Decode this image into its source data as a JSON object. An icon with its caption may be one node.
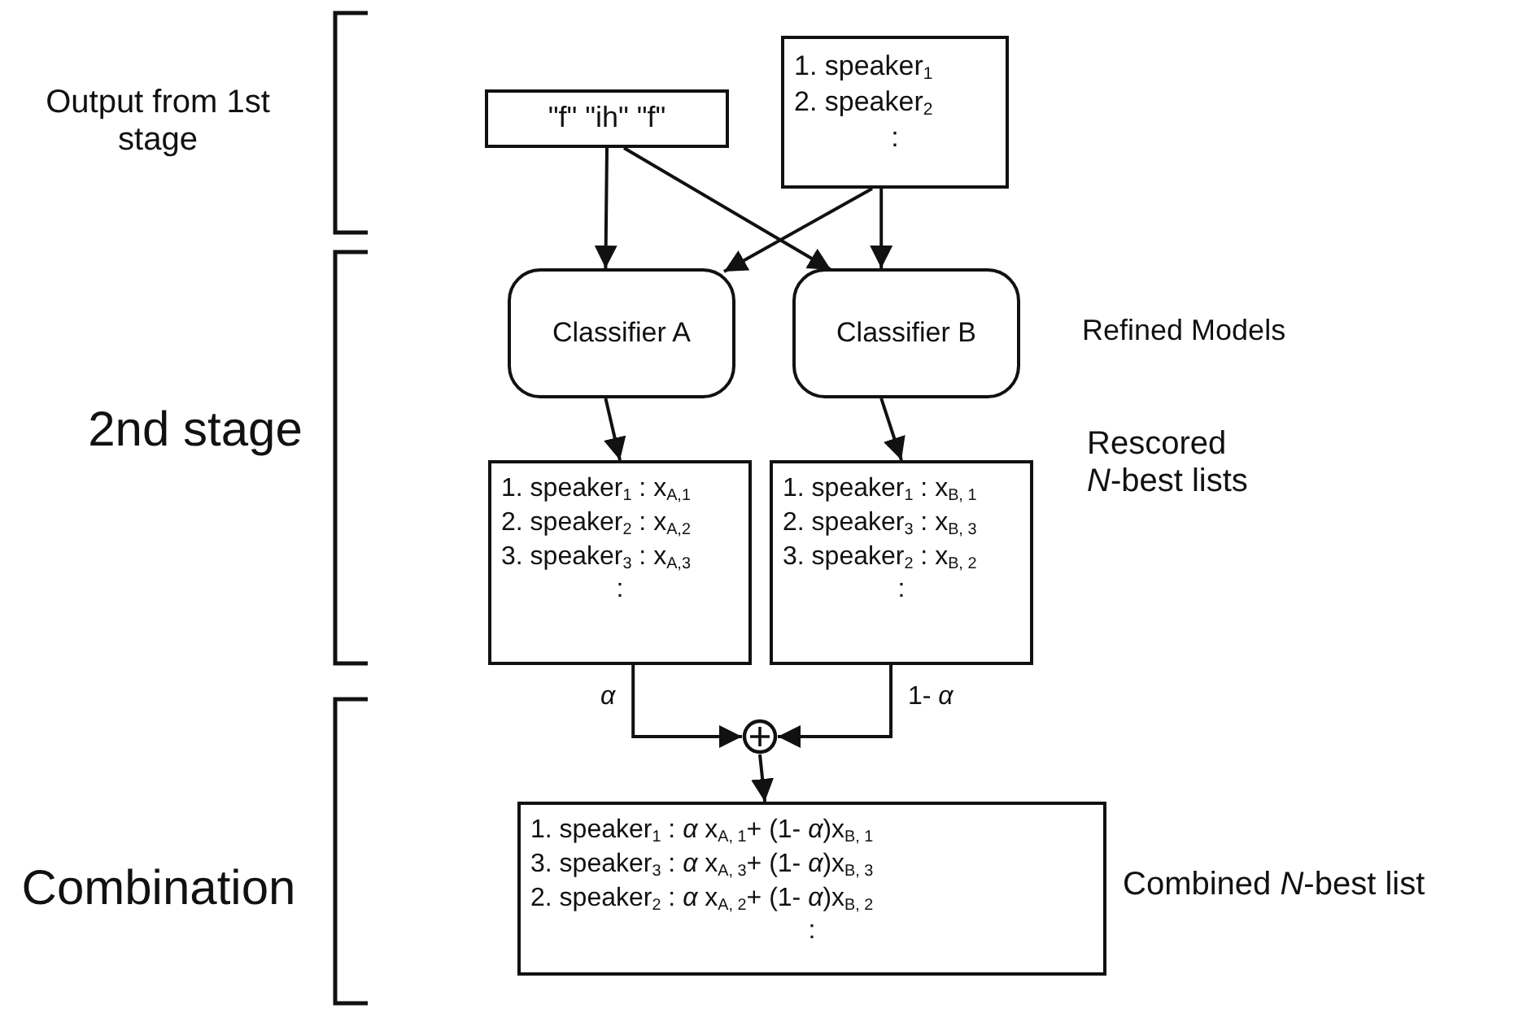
{
  "diagram": {
    "nodes": [
      {
        "text": [
          "\"f\" \"ih\" \"f\""
        ]
      },
      {
        "text": [
          "1. speaker$_{1}$",
          "2. speaker$_{2}$",
          ":"
        ]
      },
      {
        "text": [
          "Classifier A"
        ]
      },
      {
        "text": [
          "Classifier B"
        ],
        "beside": [
          "Refined Models"
        ]
      },
      {
        "text": [
          "1. speaker$_{1}$ :  x$_{A,1}$",
          "2. speaker$_{2}$ :  x$_{A,2}$",
          "3. speaker$_{3}$ :  x$_{A,3}$",
          ":"
        ]
      },
      {
        "text": [
          "1. speaker$_{1}$ :  x$_{B, 1}$",
          "2. speaker$_{3}$ :  x$_{B, 3}$",
          "3. speaker$_{2}$ :  x$_{B, 2}$",
          ":"
        ],
        "beside": [
          "Rescored *N*-best lists"
        ]
      },
      {
        "text": [],
        "shape": "circle"
      },
      {
        "text": [
          "1. speaker$_{1}$ :  *α* x$_{A, 1}$+ (1- *α*)x$_{B, 1}$",
          "3. speaker$_{3}$ :  *α* x$_{A, 3}$+ (1- *α*)x$_{B, 3}$",
          "2. speaker$_{2}$ :  *α* x$_{A, 2}$+ (1- *α*)x$_{B, 2}$",
          ":"
        ],
        "beside": [
          "Combined *N*-best list"
        ]
      }
    ],
    "edges": [
      {
        "from": 0,
        "to": 2,
        "arrow": "to"
      },
      {
        "from": 0,
        "to": 3,
        "arrow": "to"
      },
      {
        "from": 1,
        "to": 2,
        "arrow": "to"
      },
      {
        "from": 1,
        "to": 3,
        "arrow": "to"
      },
      {
        "from": 2,
        "to": 4,
        "arrow": "to"
      },
      {
        "from": 3,
        "to": 5,
        "arrow": "to"
      },
      {
        "from": 4,
        "to": 6,
        "arrow": "to",
        "label": "*α*"
      },
      {
        "from": 5,
        "to": 6,
        "arrow": "to",
        "label": "1- *α*"
      },
      {
        "from": 6,
        "to": 7,
        "arrow": "to"
      }
    ],
    "labels": [
      "Output from 1st stage",
      "2nd stage",
      "Combination"
    ]
  }
}
